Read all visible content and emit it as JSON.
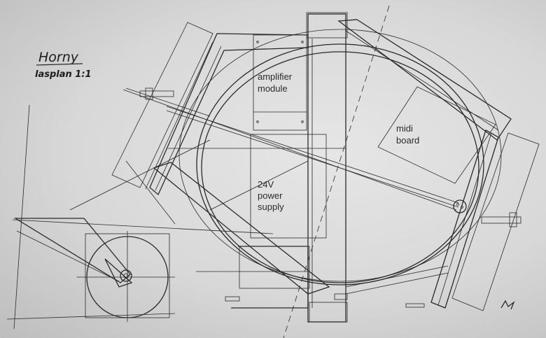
{
  "title": {
    "name": "Horny",
    "subtitle": "lasplan 1:1"
  },
  "labels": {
    "amplifier": [
      "amplifier",
      "module"
    ],
    "midi": [
      "midi",
      "board"
    ],
    "power": [
      "24V",
      "power",
      "supply"
    ]
  }
}
